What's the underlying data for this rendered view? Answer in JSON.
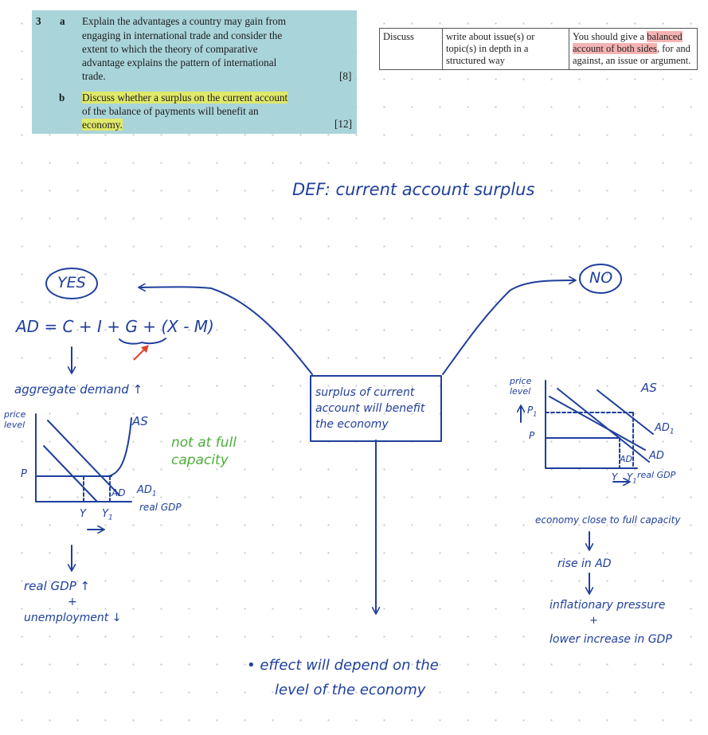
{
  "question": {
    "number": "3",
    "part_a": {
      "label": "a",
      "line1": "Explain the advantages a country may gain from",
      "line2": "engaging in international trade and consider the",
      "line3": "extent to which the theory of comparative",
      "line4": "advantage explains the pattern of international",
      "line5": "trade.",
      "marks": "[8]"
    },
    "part_b": {
      "label": "b",
      "line1": "Discuss whether a surplus on the current account",
      "line2": "of the balance of payments will benefit an",
      "line3": "economy.",
      "marks": "[12]"
    }
  },
  "command_word": {
    "term": "Discuss",
    "meaning": "write about issue(s) or topic(s) in depth in a structured way",
    "guidance_pre": "You should give a",
    "guidance_highlight": "balanced account of both sides",
    "guidance_post": ", for and against, an issue or argument."
  },
  "notes": {
    "definition": "DEF: current account surplus",
    "center_box": "surplus of current account will benefit the economy",
    "yes_label": "YES",
    "no_label": "NO",
    "ad_formula": "AD = C + I + G + (X - M)",
    "ad_rise": "aggregate demand ↑",
    "not_full_capacity": "not at full capacity",
    "left_result_1": "real GDP ↑",
    "left_result_plus": "+",
    "left_result_2": "unemployment ↓",
    "right_1": "economy close to full capacity",
    "right_2": "rise in AD",
    "right_3": "inflationary pressure",
    "right_plus": "+",
    "right_4": "lower increase in GDP",
    "conclusion_1": "• effect will depend on the",
    "conclusion_2": "level of the economy"
  },
  "left_graph": {
    "y_axis_label_1": "price",
    "y_axis_label_2": "level",
    "p_label": "P",
    "as_label": "AS",
    "ad1_label": "AD",
    "ad1_sub": "1",
    "delta_ad_label": "AD",
    "x_axis_label": "real GDP",
    "y_label": "Y",
    "y1_label": "Y",
    "y1_sub": "1"
  },
  "right_graph": {
    "y_axis_label_1": "price",
    "y_axis_label_2": "level",
    "p_label": "P",
    "p1_label": "P",
    "p1_sub": "1",
    "as_label": "AS",
    "ad1_label": "AD",
    "ad1_sub": "1",
    "ad_label": "AD",
    "delta_ad_label": "AD",
    "x_axis_label": "real GDP",
    "y_label": "Y",
    "y1_label": "Y",
    "y1_sub": "1"
  },
  "colors": {
    "ink_blue": "#1f3f9c",
    "ink_green": "#4caf3a",
    "ink_red": "#e0402a",
    "box_teal": "#a9d4da",
    "highlight_yellow": "#dfe96a",
    "highlight_pink": "#f6b3b3"
  }
}
